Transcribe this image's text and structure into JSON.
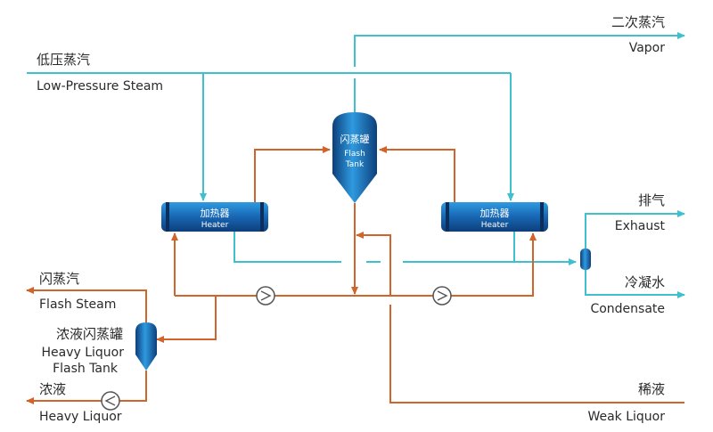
{
  "colors": {
    "steam": "#3ec0cf",
    "liquor": "#d0642b",
    "vessel_dark": "#0d3f7a",
    "vessel_light": "#2f9ae0",
    "text": "#2a2a2a"
  },
  "labels": {
    "secondary_vapor_cn": "二次蒸汽",
    "secondary_vapor_en": "Vapor",
    "low_pressure_steam_cn": "低压蒸汽",
    "low_pressure_steam_en": "Low-Pressure Steam",
    "exhaust_cn": "排气",
    "exhaust_en": "Exhaust",
    "condensate_cn": "冷凝水",
    "condensate_en": "Condensate",
    "flash_steam_cn": "闪蒸汽",
    "flash_steam_en": "Flash Steam",
    "heavy_liquor_flash_tank_cn": "浓液闪蒸罐",
    "heavy_liquor_flash_tank_en_1": "Heavy Liquor",
    "heavy_liquor_flash_tank_en_2": "Flash Tank",
    "heavy_liquor_cn": "浓液",
    "heavy_liquor_en": "Heavy Liquor",
    "weak_liquor_cn": "稀液",
    "weak_liquor_en": "Weak Liquor"
  },
  "equipment": {
    "flash_tank_cn": "闪蒸罐",
    "flash_tank_en_1": "Flash",
    "flash_tank_en_2": "Tank",
    "heater_left_cn": "加热器",
    "heater_left_en": "Heater",
    "heater_right_cn": "加热器",
    "heater_right_en": "Heater"
  }
}
